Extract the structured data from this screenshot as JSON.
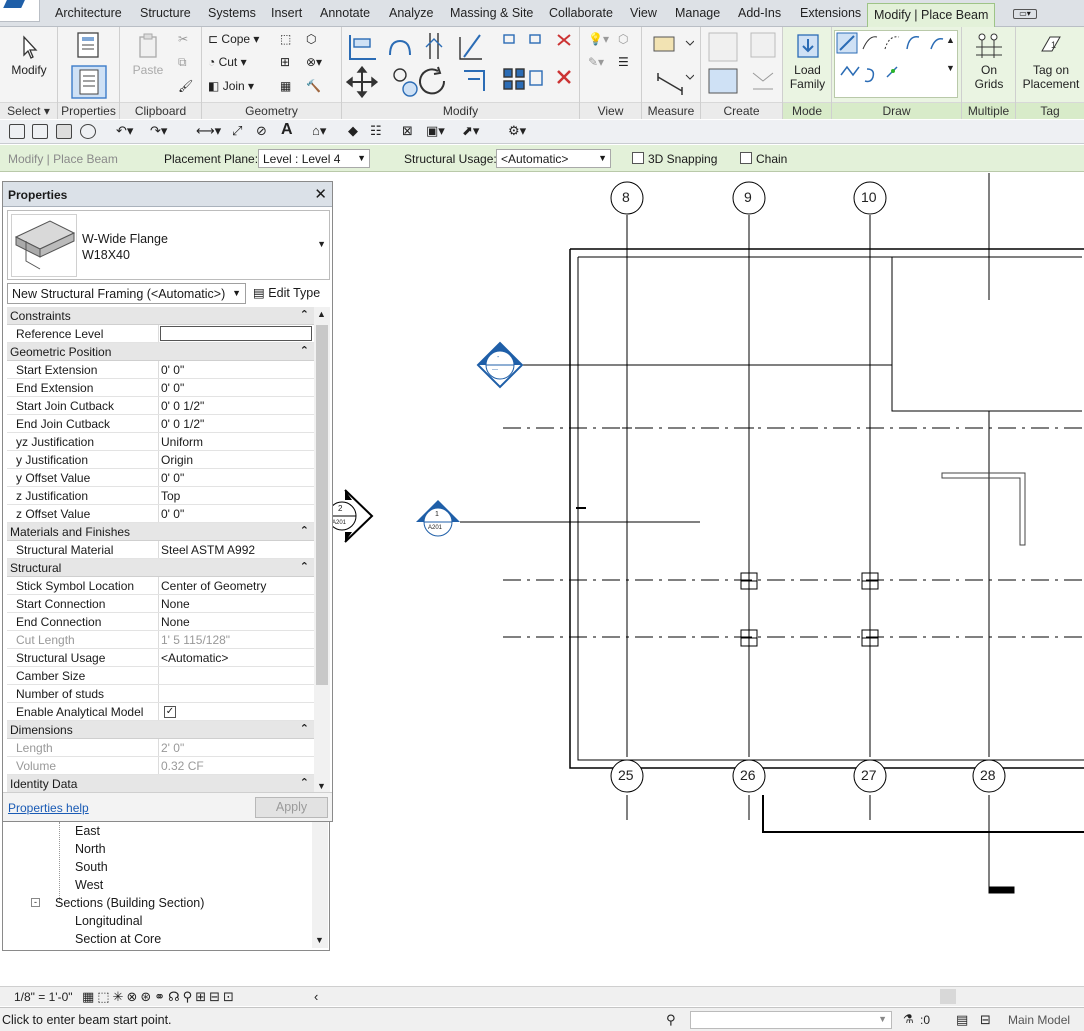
{
  "ribbon_tabs": [
    "Architecture",
    "Structure",
    "Systems",
    "Insert",
    "Annotate",
    "Analyze",
    "Massing & Site",
    "Collaborate",
    "View",
    "Manage",
    "Add-Ins",
    "Extensions",
    "Modify | Place Beam"
  ],
  "ribbon": {
    "select": {
      "label": "Select",
      "modify": "Modify"
    },
    "properties": {
      "label": "Properties"
    },
    "clipboard": {
      "label": "Clipboard",
      "paste": "Paste"
    },
    "geometry": {
      "label": "Geometry",
      "cope": "Cope",
      "cut": "Cut",
      "join": "Join"
    },
    "modify": {
      "label": "Modify"
    },
    "view": {
      "label": "View"
    },
    "measure": {
      "label": "Measure"
    },
    "create": {
      "label": "Create"
    },
    "mode": {
      "label": "Mode",
      "load_family_1": "Load",
      "load_family_2": "Family"
    },
    "draw": {
      "label": "Draw"
    },
    "multiple": {
      "label": "Multiple",
      "on_grids_1": "On",
      "on_grids_2": "Grids"
    },
    "tag": {
      "label": "Tag",
      "tag_1": "Tag on",
      "tag_2": "Placement"
    }
  },
  "options_bar": {
    "context": "Modify | Place Beam",
    "placement_plane_label": "Placement Plane:",
    "placement_plane_value": "Level : Level 4",
    "structural_usage_label": "Structural Usage:",
    "structural_usage_value": "<Automatic>",
    "snapping_label": "3D Snapping",
    "chain_label": "Chain"
  },
  "properties": {
    "title": "Properties",
    "family": "W-Wide Flange",
    "type": "W18X40",
    "type_selector": "New Structural Framing (<Automatic>)",
    "edit_type": "Edit Type",
    "sections": [
      {
        "name": "Constraints",
        "rows": [
          {
            "k": "Reference Level",
            "v": "",
            "input": true
          }
        ]
      },
      {
        "name": "Geometric Position",
        "rows": [
          {
            "k": "Start Extension",
            "v": "0'  0\""
          },
          {
            "k": "End Extension",
            "v": "0'  0\""
          },
          {
            "k": "Start Join Cutback",
            "v": "0'  0 1/2\""
          },
          {
            "k": "End Join Cutback",
            "v": "0'  0 1/2\""
          },
          {
            "k": "yz Justification",
            "v": "Uniform"
          },
          {
            "k": "y Justification",
            "v": "Origin"
          },
          {
            "k": "y Offset Value",
            "v": "0'  0\""
          },
          {
            "k": "z Justification",
            "v": "Top"
          },
          {
            "k": "z Offset Value",
            "v": "0'  0\""
          }
        ]
      },
      {
        "name": "Materials and Finishes",
        "rows": [
          {
            "k": "Structural Material",
            "v": "Steel ASTM A992"
          }
        ]
      },
      {
        "name": "Structural",
        "rows": [
          {
            "k": "Stick Symbol Location",
            "v": "Center of Geometry"
          },
          {
            "k": "Start Connection",
            "v": "None"
          },
          {
            "k": "End Connection",
            "v": "None"
          },
          {
            "k": "Cut Length",
            "v": "1'  5 115/128\"",
            "grey": true
          },
          {
            "k": "Structural Usage",
            "v": "<Automatic>"
          },
          {
            "k": "Camber Size",
            "v": ""
          },
          {
            "k": "Number of studs",
            "v": ""
          },
          {
            "k": "Enable Analytical Model",
            "v": "",
            "checkbox": true
          }
        ]
      },
      {
        "name": "Dimensions",
        "rows": [
          {
            "k": "Length",
            "v": "2'  0\"",
            "grey": true
          },
          {
            "k": "Volume",
            "v": "0.32 CF",
            "grey": true
          }
        ]
      },
      {
        "name": "Identity Data",
        "rows": []
      }
    ],
    "help": "Properties help",
    "apply": "Apply"
  },
  "project_browser": {
    "items": [
      {
        "label": "East",
        "level": 2
      },
      {
        "label": "North",
        "level": 2
      },
      {
        "label": "South",
        "level": 2
      },
      {
        "label": "West",
        "level": 2
      },
      {
        "label": "Sections (Building Section)",
        "level": 1,
        "toggle": "-"
      },
      {
        "label": "Longitudinal",
        "level": 2
      },
      {
        "label": "Section at Core",
        "level": 2
      }
    ]
  },
  "canvas": {
    "top_grids": [
      "8",
      "9",
      "10"
    ],
    "bottom_grids": [
      "25",
      "26",
      "27",
      "28"
    ],
    "section_tags": [
      {
        "top": "2",
        "bottom": "A201"
      },
      {
        "top": "1",
        "bottom": "A201"
      }
    ],
    "elevation_tag": {
      "top": "-",
      "bottom": "---"
    }
  },
  "view_control": {
    "scale": "1/8\" = 1'-0\""
  },
  "status": {
    "message": "Click to enter beam start point.",
    "count": ":0",
    "model": "Main Model"
  }
}
